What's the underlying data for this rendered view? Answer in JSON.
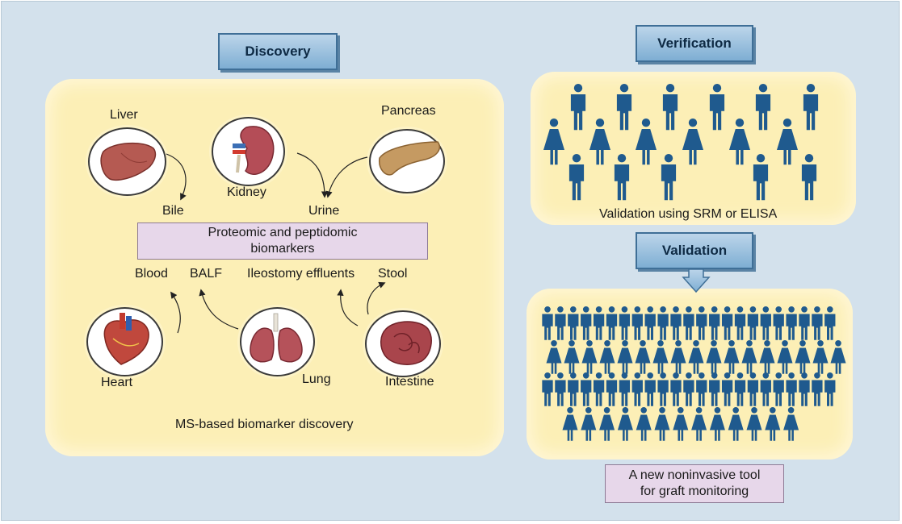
{
  "discovery": {
    "header": "Discovery",
    "organs": {
      "liver": "Liver",
      "kidney": "Kidney",
      "pancreas": "Pancreas",
      "heart": "Heart",
      "lung": "Lung",
      "intestine": "Intestine"
    },
    "fluids": {
      "bile": "Bile",
      "urine": "Urine",
      "blood": "Blood",
      "balf": "BALF",
      "ileostomy": "Ileostomy effluents",
      "stool": "Stool"
    },
    "center_line1": "Proteomic and peptidomic",
    "center_line2": "biomarkers",
    "caption": "MS-based biomarker discovery"
  },
  "verification": {
    "header": "Verification",
    "caption": "Validation using SRM or ELISA"
  },
  "validation": {
    "header": "Validation"
  },
  "outcome": {
    "line1": "A new noninvasive tool",
    "line2": "for graft monitoring"
  },
  "colors": {
    "person": "#1f5a8e",
    "panel": "#fcefb6",
    "header": "#8fb9dc",
    "outcome": "#e7d7ea"
  }
}
